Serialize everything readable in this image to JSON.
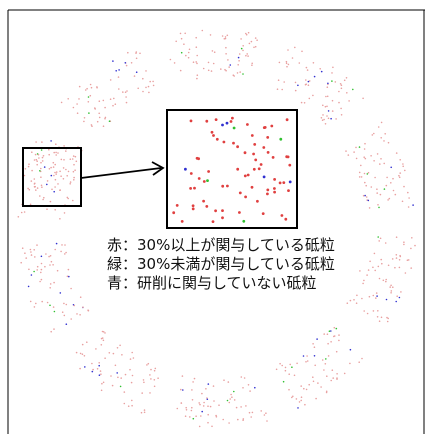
{
  "legend": {
    "red": "赤：30%以上が関与している砥粒",
    "green": "緑：30%未満が関与している砥粒",
    "blue": "青：研削に関与していない砥粒"
  },
  "colors": {
    "red": "#e04040",
    "green": "#30c030",
    "blue": "#3030d0",
    "frame": "#000000",
    "ring_dots": "#e8a0a0"
  }
}
